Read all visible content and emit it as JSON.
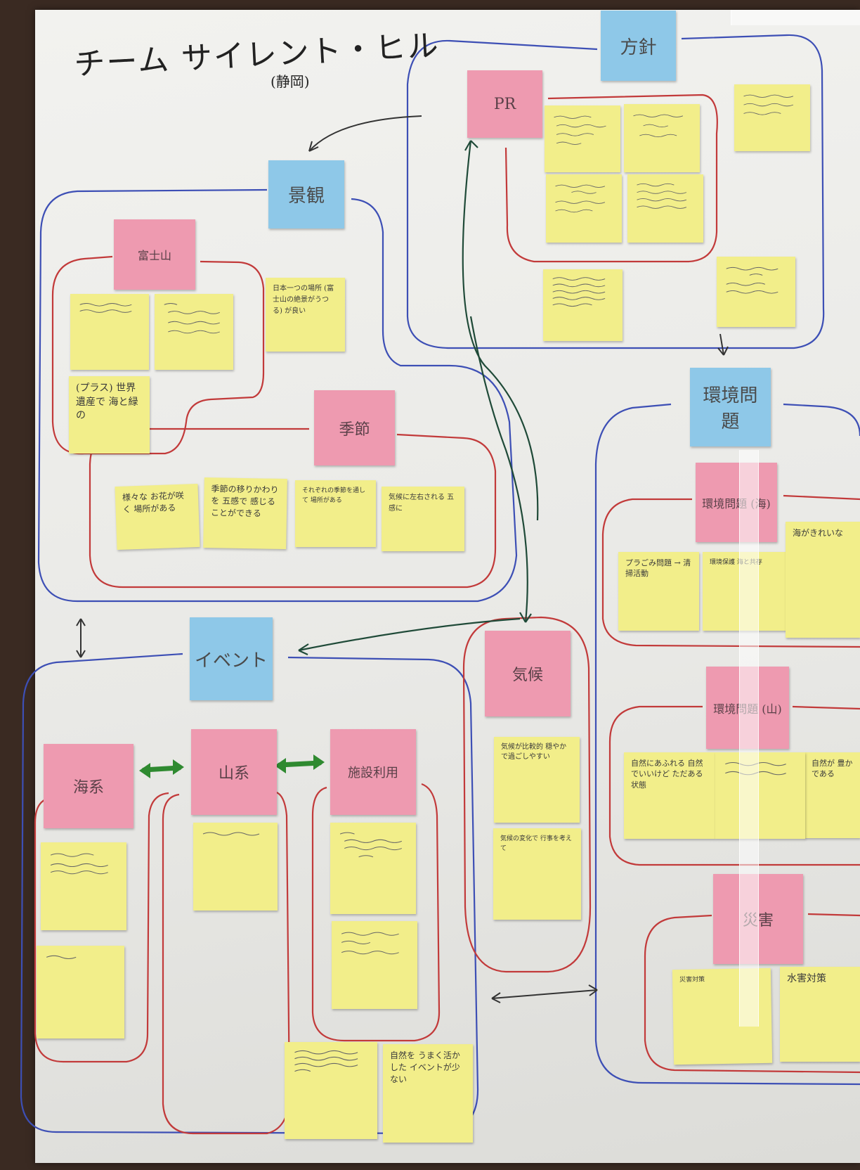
{
  "title": "チーム サイレント・ヒル",
  "subtitle": "(静岡)",
  "categories": {
    "policy": "方針",
    "scenery": "景観",
    "event": "イベント",
    "environment": "環境問題"
  },
  "topics": {
    "pr": "PR",
    "fuji": "富士山",
    "season": "季節",
    "sea": "海系",
    "mountain": "山系",
    "facility": "施設利用",
    "climate": "気候",
    "env_sea": "環境問題 (海)",
    "env_mountain": "環境問題 (山)",
    "disaster": "災害"
  },
  "notes": {
    "fuji_heritage": "(プラス) 世界遺産で 海と緑の",
    "japan_first": "日本一つの場所 (富士山の絶景がうつる) が良い",
    "season_1": "様々な お花が咲く 場所がある",
    "season_2": "季節の移りかわりを 五感で 感じることができる",
    "season_3": "それぞれの季節を通して 場所がある",
    "season_4": "気候に左右される 五感に",
    "env_sea_1": "プラごみ問題 → 清掃活動",
    "env_sea_2": "環境保護 海と共存",
    "env_sea_3": "海がきれいな",
    "env_mountain_1": "自然にあふれる 自然でいいけど ただある状態",
    "env_mountain_2": "自然が 豊かである",
    "climate_1": "気候が比較的 穏やかで過ごしやすい",
    "climate_2": "気候の変化で 行事を考えて",
    "disaster_1": "災害対策",
    "disaster_2": "水害対策",
    "event_nature": "自然を うまく活かした イベントが少ない"
  }
}
